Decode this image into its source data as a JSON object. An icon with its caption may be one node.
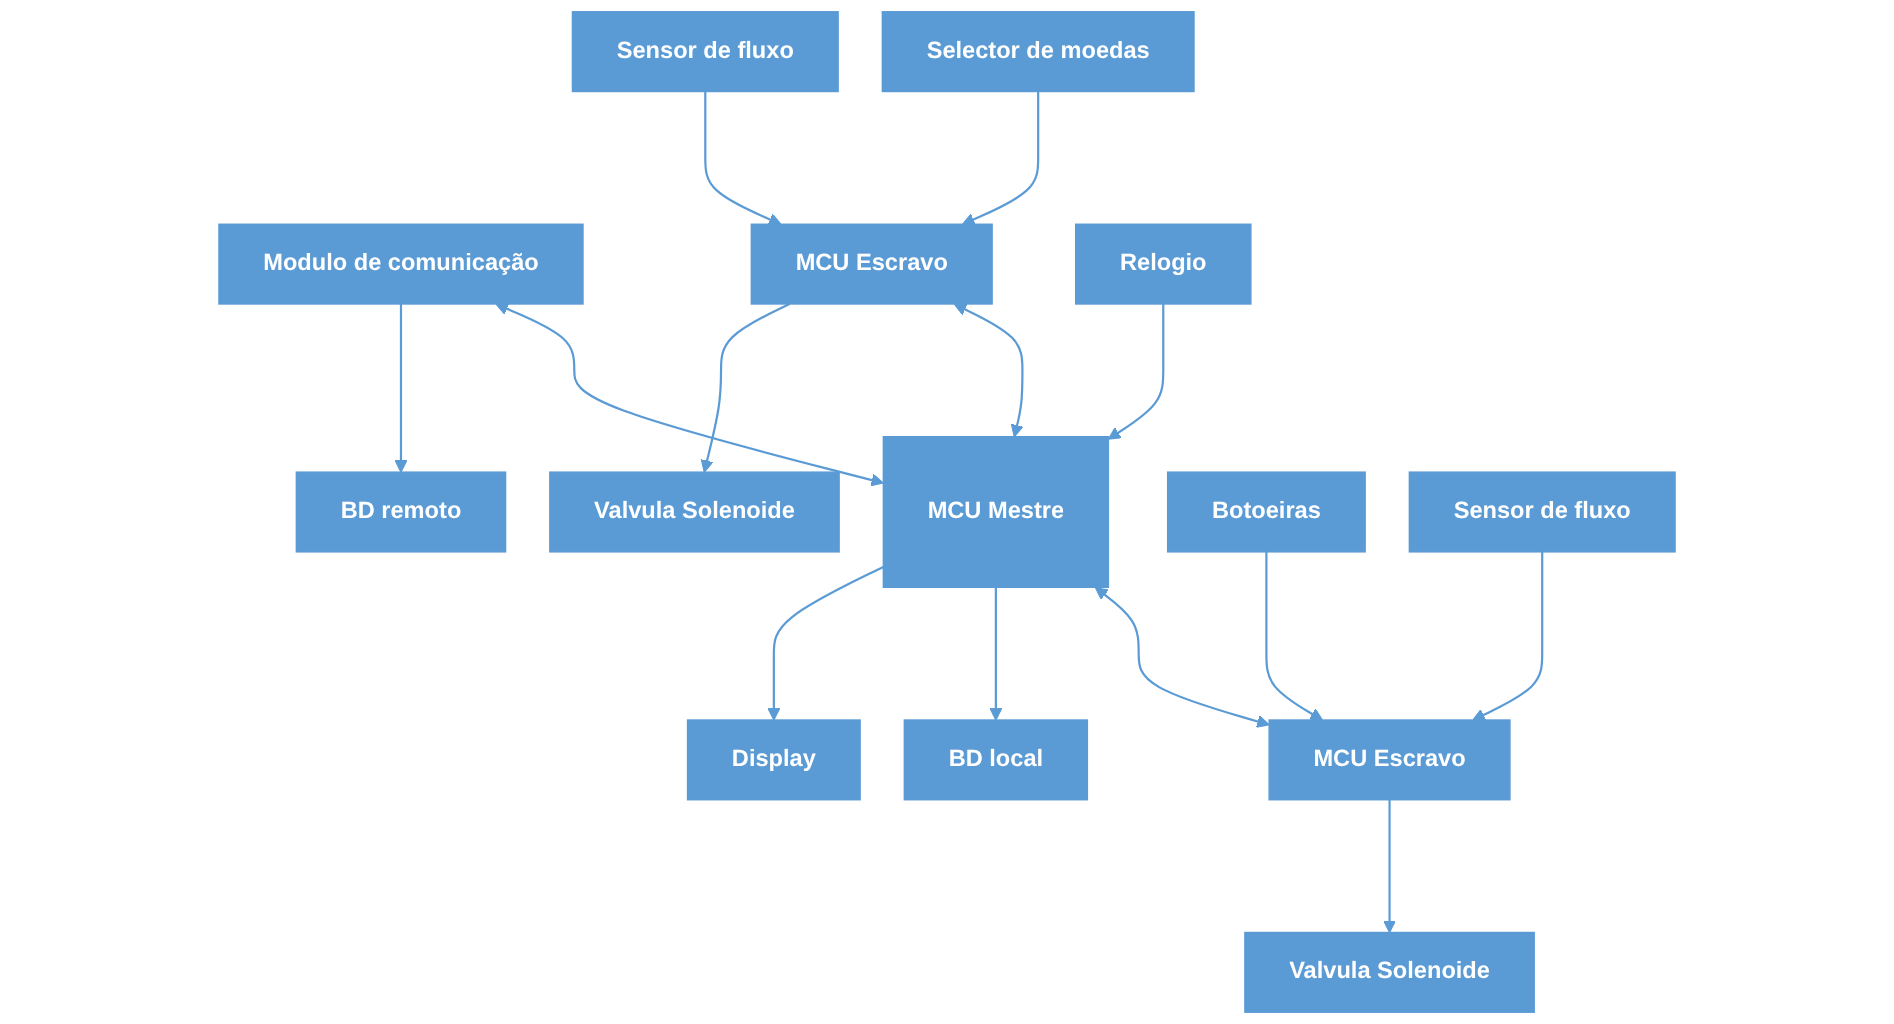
{
  "diagram": {
    "nodes": [
      {
        "text": [
          "Valvula Solenoide"
        ]
      },
      {
        "text": [
          "Sensor de fluxo"
        ]
      },
      {
        "text": [
          "MCU Escravo"
        ]
      },
      {
        "text": [
          "Selector de moedas"
        ]
      },
      {
        "text": [
          "BD remoto"
        ]
      },
      {
        "text": [
          "Display"
        ]
      },
      {
        "text": [
          "Modulo de comunicação"
        ]
      },
      {
        "text": [
          "MCU Mestre"
        ]
      },
      {
        "text": [
          "Relogio"
        ]
      },
      {
        "text": [
          "BD local"
        ]
      },
      {
        "text": [
          "Botoeiras"
        ]
      },
      {
        "text": [
          "MCU Escravo"
        ]
      },
      {
        "text": [
          "Sensor de fluxo"
        ]
      },
      {
        "text": [
          "Valvula Solenoide"
        ]
      }
    ],
    "edges": [
      {
        "from": 2,
        "to": 0,
        "arrow": "to"
      },
      {
        "from": 1,
        "to": 2,
        "arrow": "to"
      },
      {
        "from": 3,
        "to": 2,
        "arrow": "to"
      },
      {
        "from": 2,
        "to": 7,
        "arrow": "both"
      },
      {
        "from": 6,
        "to": 4,
        "arrow": "to"
      },
      {
        "from": 6,
        "to": 7,
        "arrow": "both"
      },
      {
        "from": 7,
        "to": 5,
        "arrow": "to"
      },
      {
        "from": 8,
        "to": 7,
        "arrow": "to"
      },
      {
        "from": 7,
        "to": 9,
        "arrow": "to"
      },
      {
        "from": 7,
        "to": 11,
        "arrow": "both"
      },
      {
        "from": 10,
        "to": 11,
        "arrow": "to"
      },
      {
        "from": 12,
        "to": 11,
        "arrow": "to"
      },
      {
        "from": 11,
        "to": 13,
        "arrow": "to"
      }
    ]
  }
}
